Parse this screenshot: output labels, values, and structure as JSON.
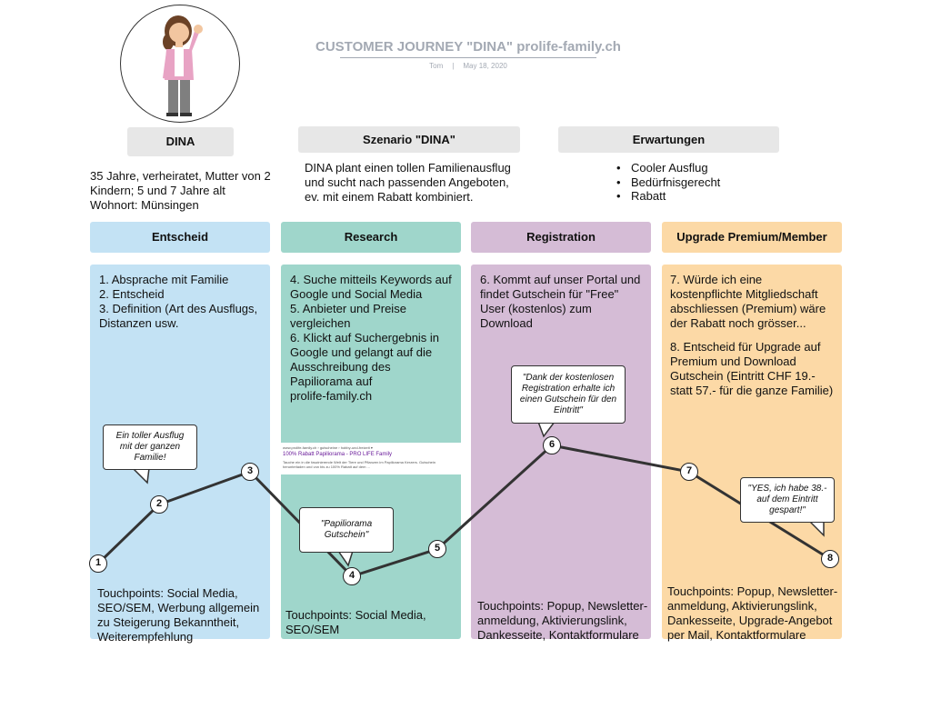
{
  "header": {
    "title": "CUSTOMER JOURNEY \"DINA\" prolife-family.ch",
    "author": "Tom",
    "separator": "|",
    "date": "May 18, 2020"
  },
  "colors": {
    "entscheid": "#c3e2f4",
    "research": "#9fd6cb",
    "registration": "#d5bcd6",
    "upgrade": "#fcd9a6",
    "label_bg": "#e7e7e7",
    "line": "#333333"
  },
  "persona": {
    "label": "DINA",
    "lines": [
      "35 Jahre, verheiratet, Mutter von 2",
      "Kindern; 5 und 7 Jahre alt",
      "Wohnort: Münsingen"
    ]
  },
  "scenario": {
    "label": "Szenario \"DINA\"",
    "lines": [
      "DINA plant einen tollen Familienausflug",
      "und sucht nach passenden Angeboten,",
      "ev. mit einem Rabatt kombiniert."
    ]
  },
  "expectations": {
    "label": "Erwartungen",
    "items": [
      "Cooler Ausflug",
      "Bedürfnisgerecht",
      "Rabatt"
    ]
  },
  "phases": [
    {
      "title": "Entscheid",
      "steps": [
        "1. Absprache mit Familie",
        "2. Entscheid",
        "3. Definition (Art des Ausflugs,",
        "Distanzen usw."
      ],
      "touchpoints": [
        "Touchpoints: Social Media,",
        "SEO/SEM, Werbung allgemein",
        "zu Steigerung Bekanntheit,",
        "Weiterempfehlung"
      ]
    },
    {
      "title": "Research",
      "steps": [
        "4. Suche mitteils Keywords auf",
        "Google und Social Media",
        "5. Anbieter und Preise",
        "vergleichen",
        "6. Klickt auf Suchergebnis in",
        "Google und gelangt auf die",
        "Ausschreibung des",
        "Papiliorama auf",
        "prolife-family.ch"
      ],
      "touchpoints": [
        "Touchpoints: Social Media,",
        "SEO/SEM"
      ]
    },
    {
      "title": "Registration",
      "steps": [
        "6. Kommt auf unser Portal und",
        "findet Gutschein für \"Free\"",
        "User (kostenlos) zum",
        "Download"
      ],
      "touchpoints": [
        "Touchpoints: Popup, Newsletter-",
        "anmeldung, Aktivierungslink,",
        "Dankesseite, Kontaktformulare"
      ]
    },
    {
      "title": "Upgrade Premium/Member",
      "steps": [
        "7. Würde ich eine",
        "kostenpflichte Mitgliedschaft",
        "abschliessen (Premium) wäre",
        "der Rabatt noch grösser..."
      ],
      "steps2": [
        "8. Entscheid für Upgrade auf",
        "Premium und Download",
        "Gutschein (Eintritt CHF 19.-",
        "statt 57.- für die ganze Familie)"
      ],
      "touchpoints": [
        "Touchpoints: Popup, Newsletter-",
        "anmeldung, Aktivierungslink,",
        "Dankesseite, Upgrade-Angebot",
        "per Mail, Kontaktformulare"
      ]
    }
  ],
  "search_result": {
    "url": "www.prolife-family.ch › gutscheine › hobby-und-freizeit ▾",
    "title": "100% Rabatt Papiliorama - PRO LIFE Family",
    "desc": "Tauche ein in die faszinierende Welt der Tiere und Pflanzen im Papiliorama Kerzers. Gutschein herunterladen und von bis zu 100% Rabatt auf dem ..."
  },
  "quotes": [
    "Ein toller Ausflug mit der ganzen Familie!",
    "\"Papiliorama Gutschein\"",
    "\"Dank der kostenlosen Registration erhalte ich einen Gutschein für den Eintritt\"",
    "\"YES, ich habe 38.- auf dem Eintritt gespart!\""
  ],
  "journey": {
    "nodes": [
      {
        "label": "1",
        "stage": 1
      },
      {
        "label": "2",
        "stage": 2
      },
      {
        "label": "3",
        "stage": 3
      },
      {
        "label": "4",
        "stage": 4
      },
      {
        "label": "5",
        "stage": 5
      },
      {
        "label": "6",
        "stage": 6
      },
      {
        "label": "7",
        "stage": 7
      },
      {
        "label": "8",
        "stage": 8
      }
    ]
  }
}
